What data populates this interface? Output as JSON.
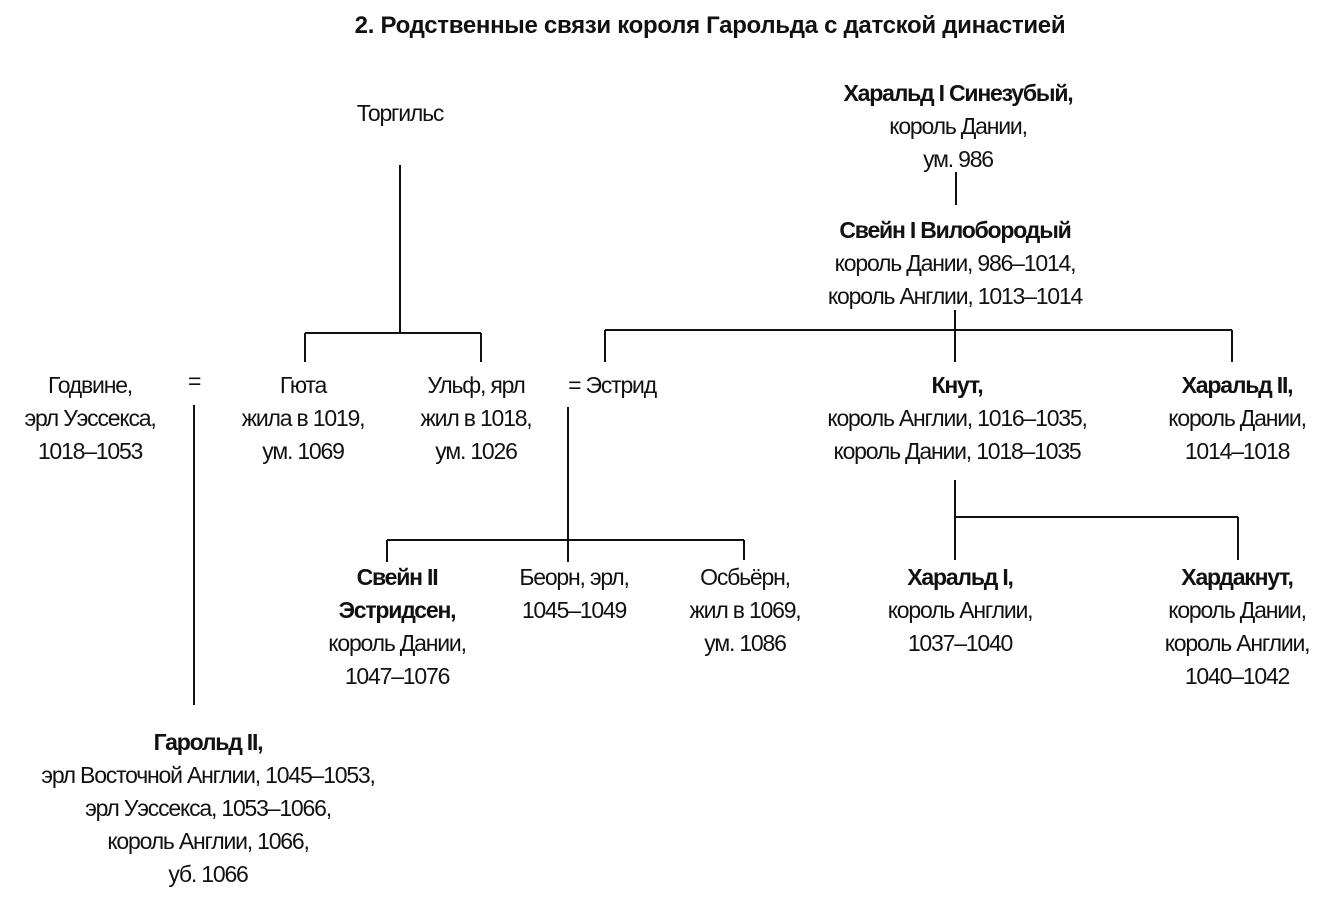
{
  "title": "2. Родственные связи короля Гарольда с датской династией",
  "marriage_sign": "=",
  "persons": {
    "torgils": [
      {
        "t": "Торгильс",
        "b": false
      }
    ],
    "harald_bluetooth": [
      {
        "t": "Харальд I Синезубый,",
        "b": true
      },
      {
        "t": "король Дании,",
        "b": false
      },
      {
        "t": "ум. 986",
        "b": false
      }
    ],
    "svein_forkbeard": [
      {
        "t": "Свейн I Вилобородый",
        "b": true
      },
      {
        "t": "король Дании, 986–1014,",
        "b": false
      },
      {
        "t": "король Англии, 1013–1014",
        "b": false
      }
    ],
    "godwine": [
      {
        "t": "Годвине,",
        "b": false
      },
      {
        "t": "эрл Уэссекса,",
        "b": false
      },
      {
        "t": "1018–1053",
        "b": false
      }
    ],
    "gyta": [
      {
        "t": "Гюта",
        "b": false
      },
      {
        "t": "жила в 1019,",
        "b": false
      },
      {
        "t": "ум. 1069",
        "b": false
      }
    ],
    "ulf": [
      {
        "t": "Ульф, ярл",
        "b": false
      },
      {
        "t": "жил в 1018,",
        "b": false
      },
      {
        "t": "ум. 1026",
        "b": false
      }
    ],
    "estrid": [
      {
        "t": "= Эстрид",
        "b": false
      }
    ],
    "knut": [
      {
        "t": "Кнут,",
        "b": true
      },
      {
        "t": "король Англии, 1016–1035,",
        "b": false
      },
      {
        "t": "король Дании, 1018–1035",
        "b": false
      }
    ],
    "harald2": [
      {
        "t": "Харальд II,",
        "b": true
      },
      {
        "t": "король Дании,",
        "b": false
      },
      {
        "t": "1014–1018",
        "b": false
      }
    ],
    "svein2": [
      {
        "t": "Свейн II",
        "b": true
      },
      {
        "t": "Эстридсен,",
        "b": true
      },
      {
        "t": "король Дании,",
        "b": false
      },
      {
        "t": "1047–1076",
        "b": false
      }
    ],
    "beorn": [
      {
        "t": "Беорн, эрл,",
        "b": false
      },
      {
        "t": "1045–1049",
        "b": false
      }
    ],
    "osbjorn": [
      {
        "t": "Осбьёрн,",
        "b": false
      },
      {
        "t": "жил в 1069,",
        "b": false
      },
      {
        "t": "ум. 1086",
        "b": false
      }
    ],
    "harold_harefoot": [
      {
        "t": "Харальд I,",
        "b": true
      },
      {
        "t": "король Англии,",
        "b": false
      },
      {
        "t": "1037–1040",
        "b": false
      }
    ],
    "harthacnut": [
      {
        "t": "Хардакнут,",
        "b": true
      },
      {
        "t": "король Дании,",
        "b": false
      },
      {
        "t": "король Англии,",
        "b": false
      },
      {
        "t": "1040–1042",
        "b": false
      }
    ],
    "harold2": [
      {
        "t": "Гарольд II,",
        "b": true
      },
      {
        "t": "эрл Восточной Англии, 1045–1053,",
        "b": false
      },
      {
        "t": "эрл Уэссекса, 1053–1066,",
        "b": false
      },
      {
        "t": "король Англии, 1066,",
        "b": false
      },
      {
        "t": "уб. 1066",
        "b": false
      }
    ]
  }
}
